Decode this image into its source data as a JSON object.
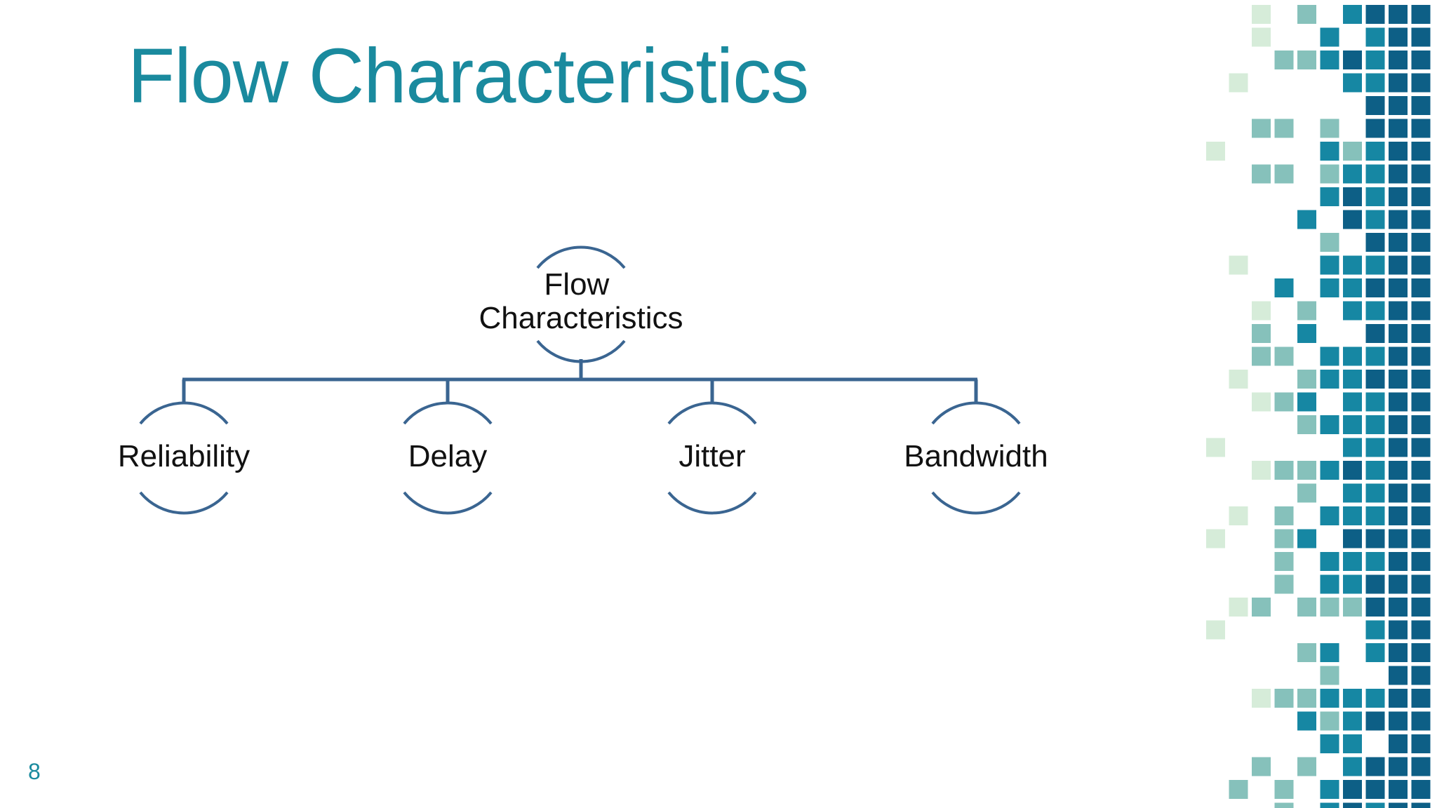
{
  "slide": {
    "title": "Flow Characteristics",
    "page_number": "8"
  },
  "diagram": {
    "root": {
      "lines": [
        "Flow",
        "Characteristics"
      ]
    },
    "children": [
      {
        "label": "Reliability"
      },
      {
        "label": "Delay"
      },
      {
        "label": "Jitter"
      },
      {
        "label": "Bandwidth"
      }
    ]
  },
  "colors": {
    "title": "#1a8a9e",
    "connector": "#3a6591",
    "node_text": "#111111",
    "mosaic_dark": "#0d5f86",
    "mosaic_teal": "#1687a3",
    "mosaic_mid": "#86c1bb",
    "mosaic_light": "#d6ecd9"
  }
}
